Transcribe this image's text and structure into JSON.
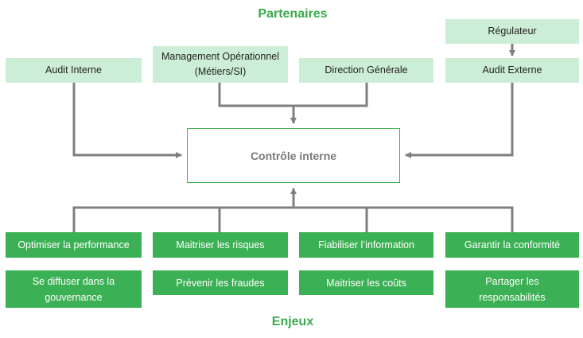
{
  "titles": {
    "top": "Partenaires",
    "bottom": "Enjeux"
  },
  "partners": {
    "regulateur": "Régulateur",
    "audit_interne": "Audit Interne",
    "management": "Management Opérationnel (Métiers/SI)",
    "direction": "Direction Générale",
    "audit_externe": "Audit Externe"
  },
  "center": "Contrôle interne",
  "enjeux": {
    "col1": {
      "top": "Optimiser la performance",
      "bottom": "Se diffuser dans la gouvernance"
    },
    "col2": {
      "top": "Maitriser les risques",
      "bottom": "Prévenir les fraudes"
    },
    "col3": {
      "top": "Fiabiliser l’information",
      "bottom": "Maitriser les coûts"
    },
    "col4": {
      "top": "Garantir la conformité",
      "bottom": "Partager les responsabilités"
    }
  },
  "colors": {
    "accent_green": "#3cb054",
    "light_green": "#cdeed6",
    "connector_gray": "#7f7f7f"
  }
}
